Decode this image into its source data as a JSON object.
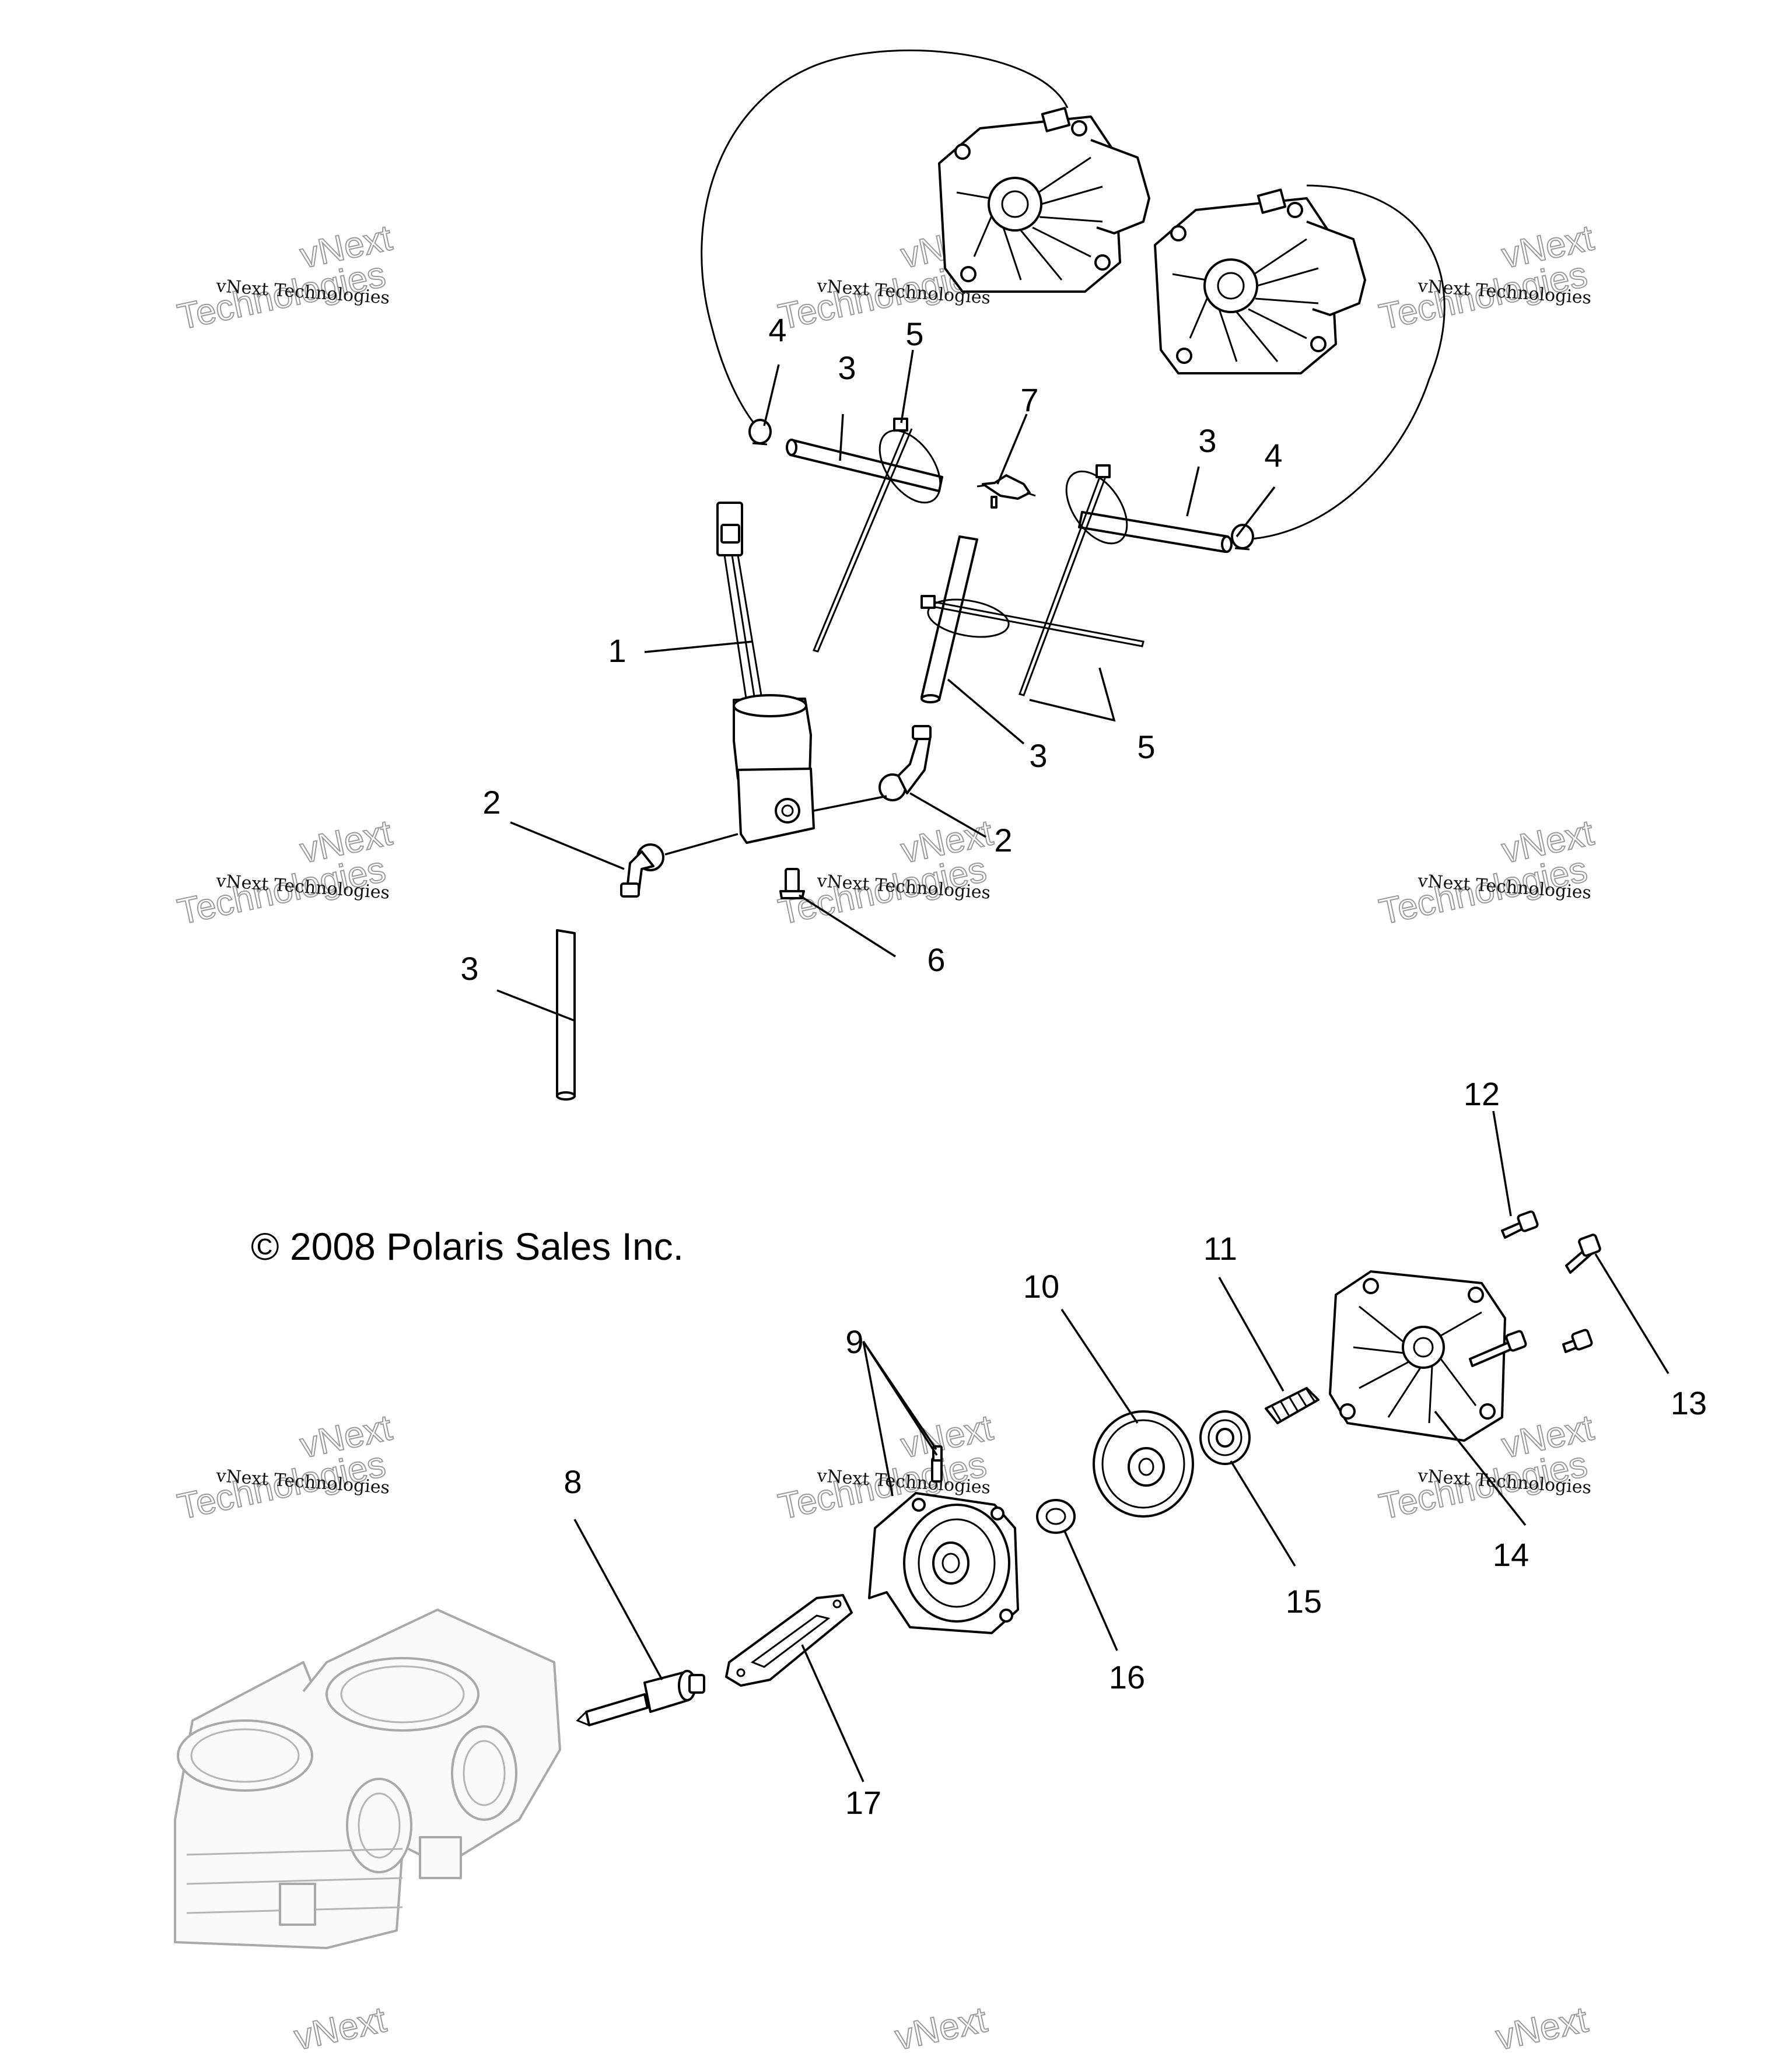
{
  "copyright": "© 2008 Polaris Sales Inc.",
  "watermark": {
    "line1": "vNext Technologies",
    "line2": "vNext",
    "line3": "Technologies"
  },
  "callouts": {
    "c1": "1",
    "c2": "2",
    "c3": "3",
    "c4": "4",
    "c5": "5",
    "c6": "6",
    "c7": "7",
    "c8": "8",
    "c9": "9",
    "c10": "10",
    "c11": "11",
    "c12": "12",
    "c13": "13",
    "c14": "14",
    "c15": "15",
    "c16": "16",
    "c17": "17"
  },
  "icons": {
    "pump_cover": "pump-cover-icon",
    "solenoid": "oil-solenoid-icon",
    "engine": "engine-block-icon"
  }
}
